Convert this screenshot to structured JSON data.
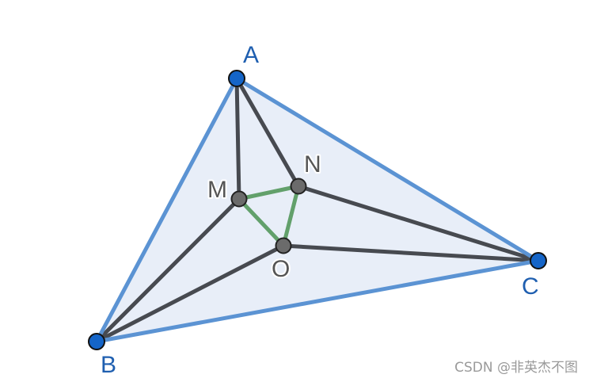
{
  "colors": {
    "triangle_fill": "#e8eef8",
    "triangle_edge": "#5b93d3",
    "inner_segment": "#474a50",
    "green_segment": "#62a06b",
    "outer_point": "#1565c8",
    "inner_point": "#6b6b6b"
  },
  "labels": {
    "A": "A",
    "B": "B",
    "C": "C",
    "M": "M",
    "N": "N",
    "O": "O"
  },
  "watermark": "CSDN @非英杰不图"
}
